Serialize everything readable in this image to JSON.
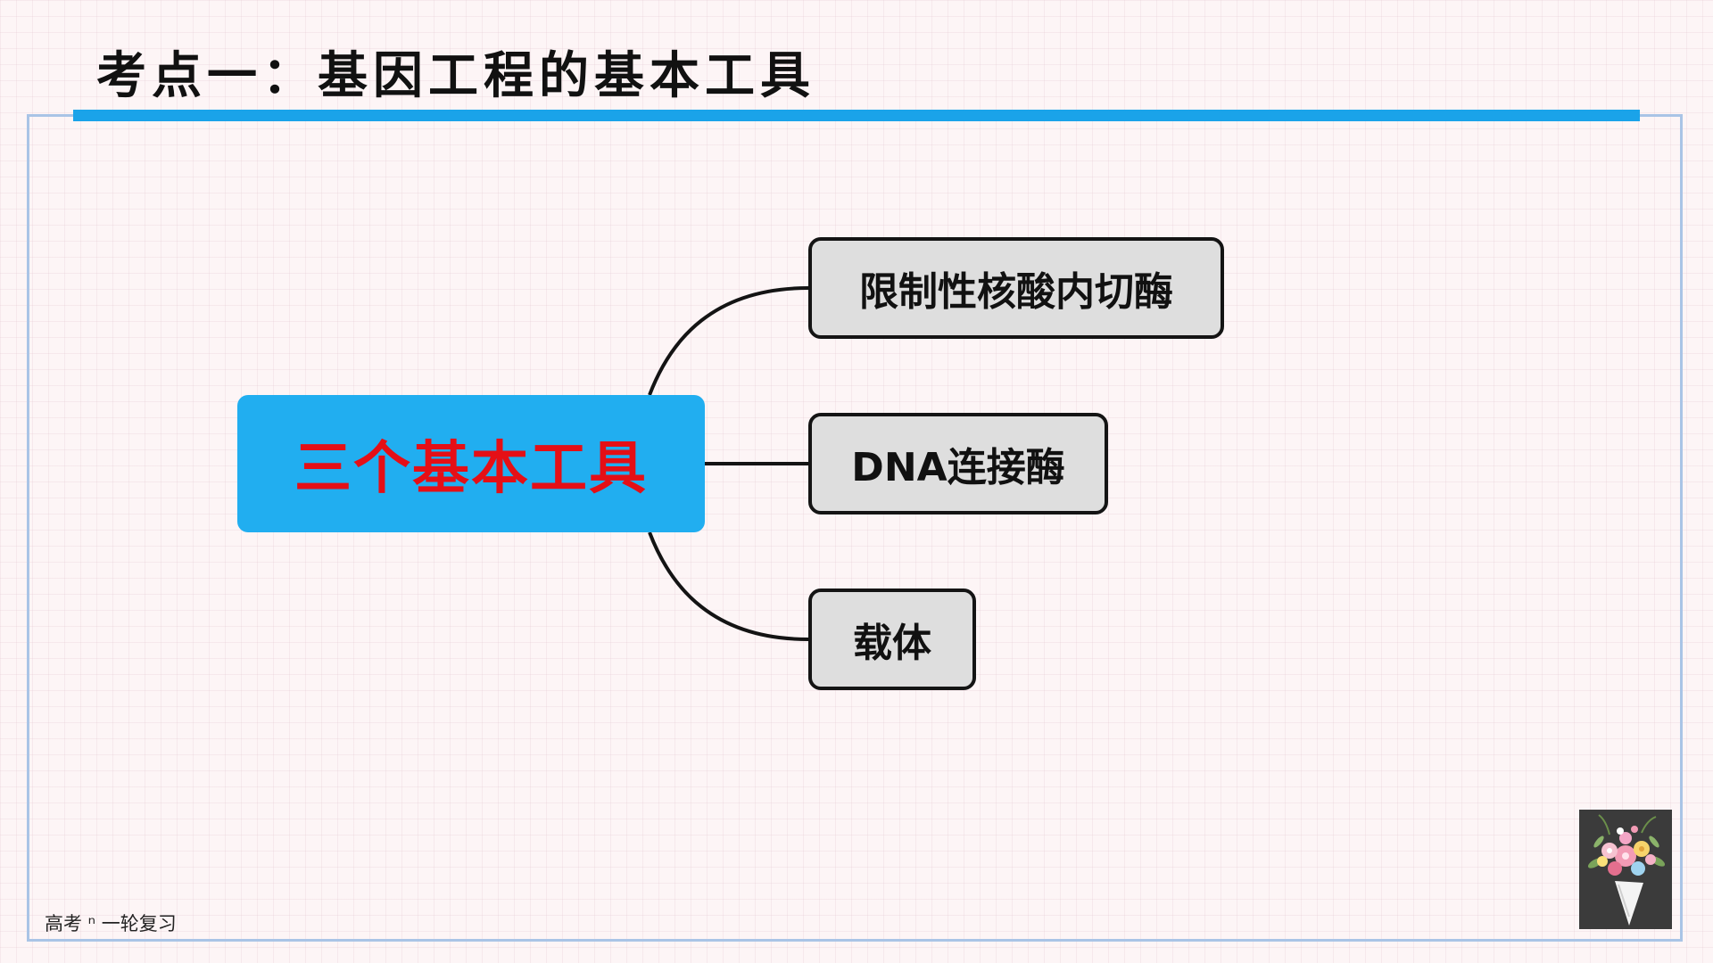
{
  "slide": {
    "title": "考点一：基因工程的基本工具"
  },
  "mindmap": {
    "center": "三个基本工具",
    "branches": [
      {
        "label": "限制性核酸内切酶"
      },
      {
        "label": "DNA连接酶"
      },
      {
        "label": "载体"
      }
    ]
  },
  "footer": {
    "label": "高考 ⁿ 一轮复习"
  },
  "icons": {
    "decoration": "flower-bouquet-icon"
  },
  "colors": {
    "title_bar": "#1aa3e9",
    "frame_border": "#a9c4e6",
    "center_fill": "#21aef0",
    "center_text": "#e50f16",
    "branch_fill": "#dedede",
    "branch_border": "#141414",
    "connector": "#141414"
  }
}
